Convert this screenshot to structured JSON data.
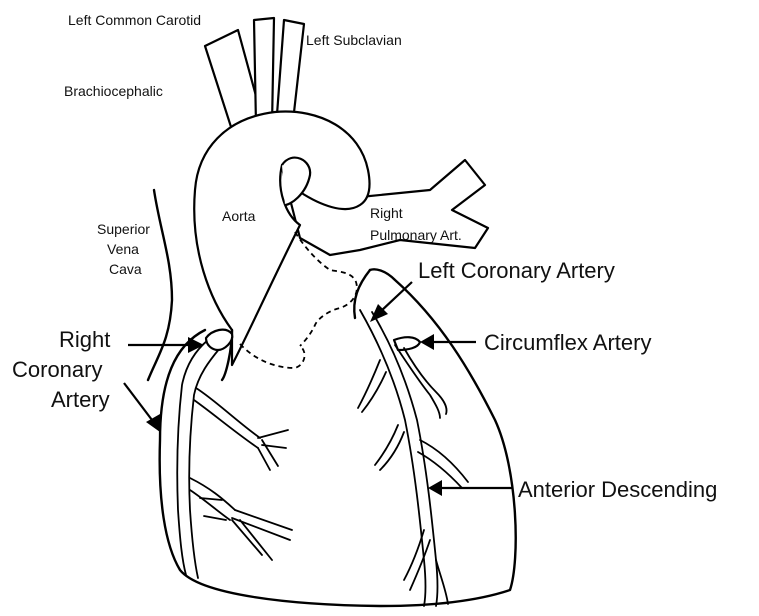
{
  "labels": {
    "left_common_carotid": "Left Common Carotid",
    "left_subclavian": "Left Subclavian",
    "brachiocephalic": "Brachiocephalic",
    "superior_vena_cava": [
      "Superior",
      "Vena",
      "Cava"
    ],
    "aorta": "Aorta",
    "right_pulmonary_art": [
      "Right",
      "Pulmonary Art."
    ],
    "left_coronary_artery": "Left Coronary Artery",
    "circumflex_artery": "Circumflex Artery",
    "right_coronary_artery": [
      "Right",
      "Coronary",
      "Artery"
    ],
    "anterior_descending": "Anterior Descending"
  }
}
